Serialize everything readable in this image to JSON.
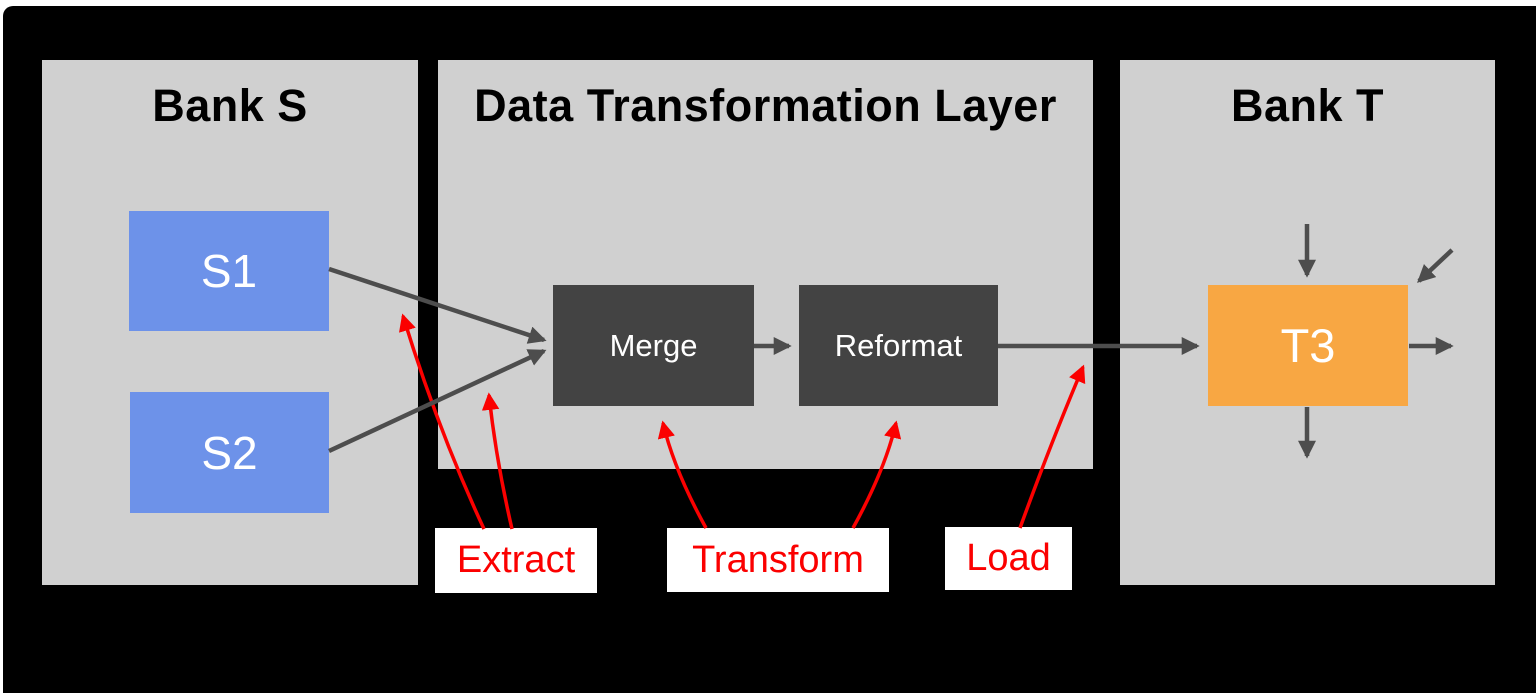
{
  "diagram": {
    "panels": [
      {
        "id": "bank-s",
        "title": "Bank S"
      },
      {
        "id": "transformation-layer",
        "title": "Data Transformation Layer"
      },
      {
        "id": "bank-t",
        "title": "Bank T"
      }
    ],
    "nodes": {
      "s1": {
        "label": "S1"
      },
      "s2": {
        "label": "S2"
      },
      "merge": {
        "label": "Merge"
      },
      "reformat": {
        "label": "Reformat"
      },
      "t3": {
        "label": "T3"
      }
    },
    "annotations": {
      "extract": {
        "label": "Extract"
      },
      "transform": {
        "label": "Transform"
      },
      "load": {
        "label": "Load"
      }
    },
    "flows": [
      "S1 → Merge",
      "S2 → Merge",
      "Merge → Reformat",
      "Reformat → T3"
    ]
  },
  "colors": {
    "background": "#000000",
    "panel-bg": "#d0d0d0",
    "source-box": "#6d92e9",
    "process-box": "#434343",
    "target-box": "#f8a743",
    "arrow": "#4d4d4d",
    "annotation-red": "#fb0000",
    "label-bg": "#ffffff",
    "title-text": "#000000",
    "node-text": "#ffffff"
  }
}
